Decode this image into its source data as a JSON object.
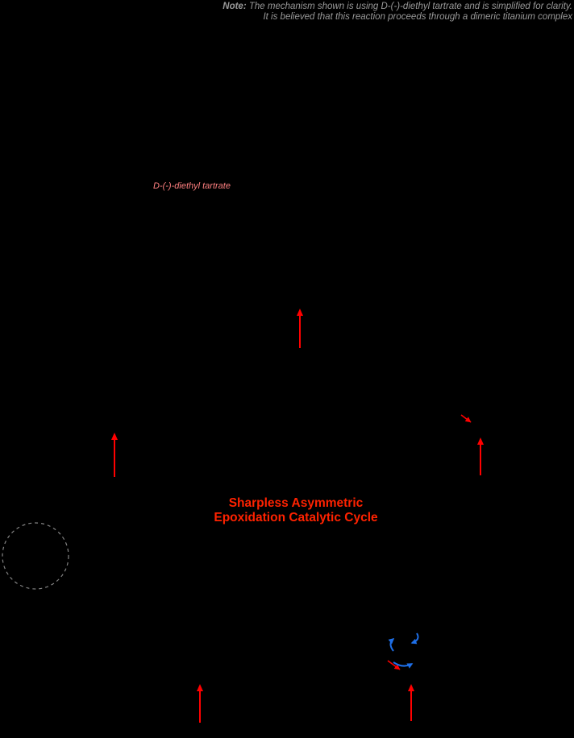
{
  "note": {
    "prefix": "Note:",
    "line1": " The mechanism shown is using D-(-)-diethyl tartrate and is simplified for clarity.",
    "line2": "It is believed that this reaction proceeds through a dimeric titanium complex"
  },
  "labels": {
    "tartrate": "D-(-)-diethyl tartrate"
  },
  "title": {
    "line1": "Sharpless Asymmetric",
    "line2": "Epoxidation Catalytic Cycle"
  },
  "colors": {
    "background": "#000000",
    "note_text": "#999999",
    "tartrate_label": "#ff8080",
    "title_red": "#ff2200",
    "arrow_red": "#ff0000",
    "curved_arrow_blue": "#1e6fe8",
    "dashed_circle": "#848484"
  }
}
